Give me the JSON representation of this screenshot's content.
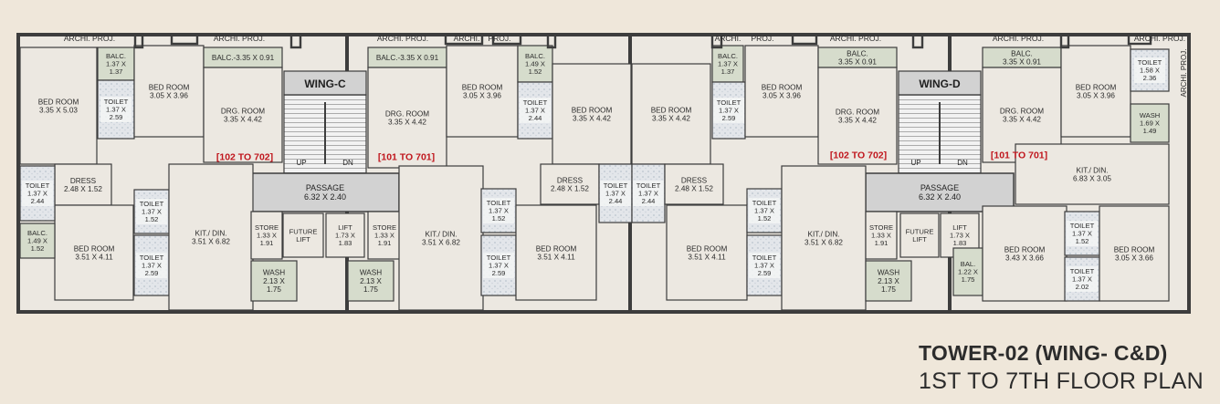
{
  "title": {
    "line1": "TOWER-02 (WING- C&D)",
    "line2": "1ST TO 7TH FLOOR PLAN"
  },
  "colors": {
    "background": "#efe7da",
    "wall": "#3d3d3d",
    "room": "#ece8e1",
    "corridor": "#d2d2d2",
    "balcony": "#d6dccc",
    "toilet": "#e0e4e8",
    "unit_label": "#c0161d"
  },
  "wings": [
    {
      "name": "WING-C",
      "passage": [
        "PASSAGE",
        "6.32 X 2.40"
      ],
      "up": "UP",
      "dn": "DN"
    },
    {
      "name": "WING-D",
      "passage": [
        "PASSAGE",
        "6.32 X 2.40"
      ],
      "up": "UP",
      "dn": "DN"
    }
  ],
  "unit_labels": [
    "[102 TO 702]",
    "[101 TO 701]",
    "[102 TO 702]",
    "[101 TO 701]"
  ],
  "proj_labels": [
    "ARCHI. PROJ.",
    "ARCHI. PROJ.",
    "ARCHI. PROJ.",
    "ARCHI.",
    "PROJ.",
    "ARCHI.",
    "PROJ.",
    "ARCHI. PROJ.",
    "ARCHI. PROJ.",
    "ARCHI. PROJ."
  ],
  "rooms": [
    {
      "id": "c1-bed1",
      "lines": [
        "BED ROOM",
        "3.35 X 5.03"
      ]
    },
    {
      "id": "c1-balc1",
      "lines": [
        "BALC.",
        "1.37 X",
        "1.37"
      ]
    },
    {
      "id": "c1-toilet1",
      "lines": [
        "TOILET",
        "1.37 X",
        "2.59"
      ]
    },
    {
      "id": "c1-bed2",
      "lines": [
        "BED ROOM",
        "3.05 X 3.96"
      ]
    },
    {
      "id": "c1-balc2",
      "lines": [
        "BALC.-3.35 X 0.91"
      ]
    },
    {
      "id": "c1-drg",
      "lines": [
        "DRG. ROOM",
        "3.35 X 4.42"
      ]
    },
    {
      "id": "c1-toilet2",
      "lines": [
        "TOILET",
        "1.37 X",
        "2.44"
      ]
    },
    {
      "id": "c1-balc3",
      "lines": [
        "BALC.",
        "1.49 X",
        "1.52"
      ]
    },
    {
      "id": "c1-dress",
      "lines": [
        "DRESS",
        "2.48 X 1.52"
      ]
    },
    {
      "id": "c1-toilet3",
      "lines": [
        "TOILET",
        "1.37 X",
        "1.52"
      ]
    },
    {
      "id": "c1-toilet4",
      "lines": [
        "TOILET",
        "1.37 X",
        "2.59"
      ]
    },
    {
      "id": "c1-bed3",
      "lines": [
        "BED ROOM",
        "3.51 X 4.11"
      ]
    },
    {
      "id": "c1-kit",
      "lines": [
        "KIT./ DIN.",
        "3.51 X 6.82"
      ]
    },
    {
      "id": "c-store1",
      "lines": [
        "STORE",
        "1.33 X",
        "1.91"
      ]
    },
    {
      "id": "c-future",
      "lines": [
        "FUTURE",
        "LIFT"
      ]
    },
    {
      "id": "c-lift",
      "lines": [
        "LIFT",
        "1.73 X",
        "1.83"
      ]
    },
    {
      "id": "c-store2",
      "lines": [
        "STORE",
        "1.33 X",
        "1.91"
      ]
    },
    {
      "id": "c-wash1",
      "lines": [
        "WASH",
        "2.13 X",
        "1.75"
      ]
    },
    {
      "id": "c-wash2",
      "lines": [
        "WASH",
        "2.13 X",
        "1.75"
      ]
    },
    {
      "id": "c2-balc1",
      "lines": [
        "BALC.-3.35 X 0.91"
      ]
    },
    {
      "id": "c2-drg",
      "lines": [
        "DRG. ROOM",
        "3.35 X 4.42"
      ]
    },
    {
      "id": "c2-kit",
      "lines": [
        "KIT./ DIN.",
        "3.51 X 6.82"
      ]
    },
    {
      "id": "c2-bed1",
      "lines": [
        "BED ROOM",
        "3.05 X 3.96"
      ]
    },
    {
      "id": "c2-balc2",
      "lines": [
        "BALC.",
        "1.49 X",
        "1.52"
      ]
    },
    {
      "id": "c2-toilet1",
      "lines": [
        "TOILET",
        "1.37 X",
        "2.44"
      ]
    },
    {
      "id": "c2-bed2",
      "lines": [
        "BED ROOM",
        "3.35 X 4.42"
      ]
    },
    {
      "id": "c2-dress",
      "lines": [
        "DRESS",
        "2.48 X 1.52"
      ]
    },
    {
      "id": "c2-toilet2",
      "lines": [
        "TOILET",
        "1.37 X",
        "2.44"
      ]
    },
    {
      "id": "c2-toilet3",
      "lines": [
        "TOILET",
        "1.37 X",
        "1.52"
      ]
    },
    {
      "id": "c2-toilet4",
      "lines": [
        "TOILET",
        "1.37 X",
        "2.59"
      ]
    },
    {
      "id": "c2-bed3",
      "lines": [
        "BED ROOM",
        "3.51 X 4.11"
      ]
    },
    {
      "id": "d1-bed1",
      "lines": [
        "BED ROOM",
        "3.35 X 4.42"
      ]
    },
    {
      "id": "d1-toilet1",
      "lines": [
        "TOILET",
        "1.37 X",
        "2.44"
      ]
    },
    {
      "id": "d1-dress",
      "lines": [
        "DRESS",
        "2.48 X 1.52"
      ]
    },
    {
      "id": "d1-bed3",
      "lines": [
        "BED ROOM",
        "3.51 X 4.11"
      ]
    },
    {
      "id": "d1-balc1",
      "lines": [
        "BALC.",
        "1.37 X",
        "1.37"
      ]
    },
    {
      "id": "d1-toilet2",
      "lines": [
        "TOILET",
        "1.37 X",
        "2.59"
      ]
    },
    {
      "id": "d1-bed2",
      "lines": [
        "BED ROOM",
        "3.05 X 3.96"
      ]
    },
    {
      "id": "d1-balc2",
      "lines": [
        "BALC.",
        "3.35 X 0.91"
      ]
    },
    {
      "id": "d1-drg",
      "lines": [
        "DRG. ROOM",
        "3.35 X 4.42"
      ]
    },
    {
      "id": "d1-toilet3",
      "lines": [
        "TOILET",
        "1.37 X",
        "1.52"
      ]
    },
    {
      "id": "d1-toilet4",
      "lines": [
        "TOILET",
        "1.37 X",
        "2.59"
      ]
    },
    {
      "id": "d1-kit",
      "lines": [
        "KIT./ DIN.",
        "3.51 X 6.82"
      ]
    },
    {
      "id": "d-store",
      "lines": [
        "STORE",
        "1.33 X",
        "1.91"
      ]
    },
    {
      "id": "d-future",
      "lines": [
        "FUTURE",
        "LIFT"
      ]
    },
    {
      "id": "d-lift",
      "lines": [
        "LIFT",
        "1.73 X",
        "1.83"
      ]
    },
    {
      "id": "d-wash",
      "lines": [
        "WASH",
        "2.13 X",
        "1.75"
      ]
    },
    {
      "id": "d-bal",
      "lines": [
        "BAL.",
        "1.22 X",
        "1.75"
      ]
    },
    {
      "id": "d2-balc1",
      "lines": [
        "BALC.",
        "3.35 X 0.91"
      ]
    },
    {
      "id": "d2-drg",
      "lines": [
        "DRG. ROOM",
        "3.35 X 4.42"
      ]
    },
    {
      "id": "d2-kit",
      "lines": [
        "KIT./ DIN.",
        "6.83 X 3.05"
      ]
    },
    {
      "id": "d2-bed1",
      "lines": [
        "BED ROOM",
        "3.05 X 3.96"
      ]
    },
    {
      "id": "d2-toilet1",
      "lines": [
        "TOILET",
        "1.58 X",
        "2.36"
      ]
    },
    {
      "id": "d2-wash",
      "lines": [
        "WASH",
        "1.69 X",
        "1.49"
      ]
    },
    {
      "id": "d2-bed2",
      "lines": [
        "BED ROOM",
        "3.43 X 3.66"
      ]
    },
    {
      "id": "d2-toilet2",
      "lines": [
        "TOILET",
        "1.37 X",
        "1.52"
      ]
    },
    {
      "id": "d2-toilet3",
      "lines": [
        "TOILET",
        "1.37 X",
        "2.02"
      ]
    },
    {
      "id": "d2-bed3",
      "lines": [
        "BED ROOM",
        "3.05 X 3.66"
      ]
    },
    {
      "id": "c1-balc4",
      "lines": [
        "BALC.",
        "1.49 X",
        "1.52"
      ]
    },
    {
      "id": "c1-toilet5",
      "lines": [
        "TOILET",
        "1.37 X",
        "2.44"
      ]
    }
  ]
}
